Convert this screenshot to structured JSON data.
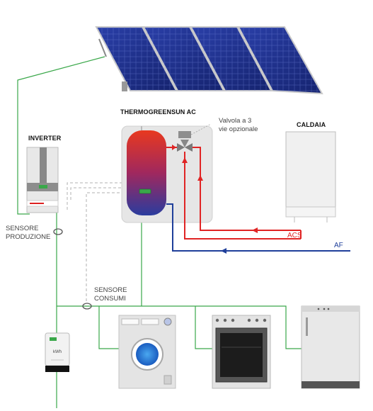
{
  "labels": {
    "tank": "THERMOGREENSUN AC",
    "inverter": "INVERTER",
    "boiler": "CALDAIA",
    "valve_line1": "Valvola a 3",
    "valve_line2": "vie opzionale",
    "sensor_production_line1": "SENSORE",
    "sensor_production_line2": "PRODUZIONE",
    "sensor_consumption_line1": "SENSORE",
    "sensor_consumption_line2": "CONSUMI",
    "hot_water": "ACS",
    "cold_water": "AF",
    "meter_unit": "kWh"
  },
  "colors": {
    "electric_line": "#3aa84a",
    "hot_pipe": "#e02424",
    "cold_pipe": "#1f3f9a",
    "dashed_line": "#b0b0b0",
    "panel": "#1d2f8c",
    "appliance_body": "#dcdcdc"
  }
}
